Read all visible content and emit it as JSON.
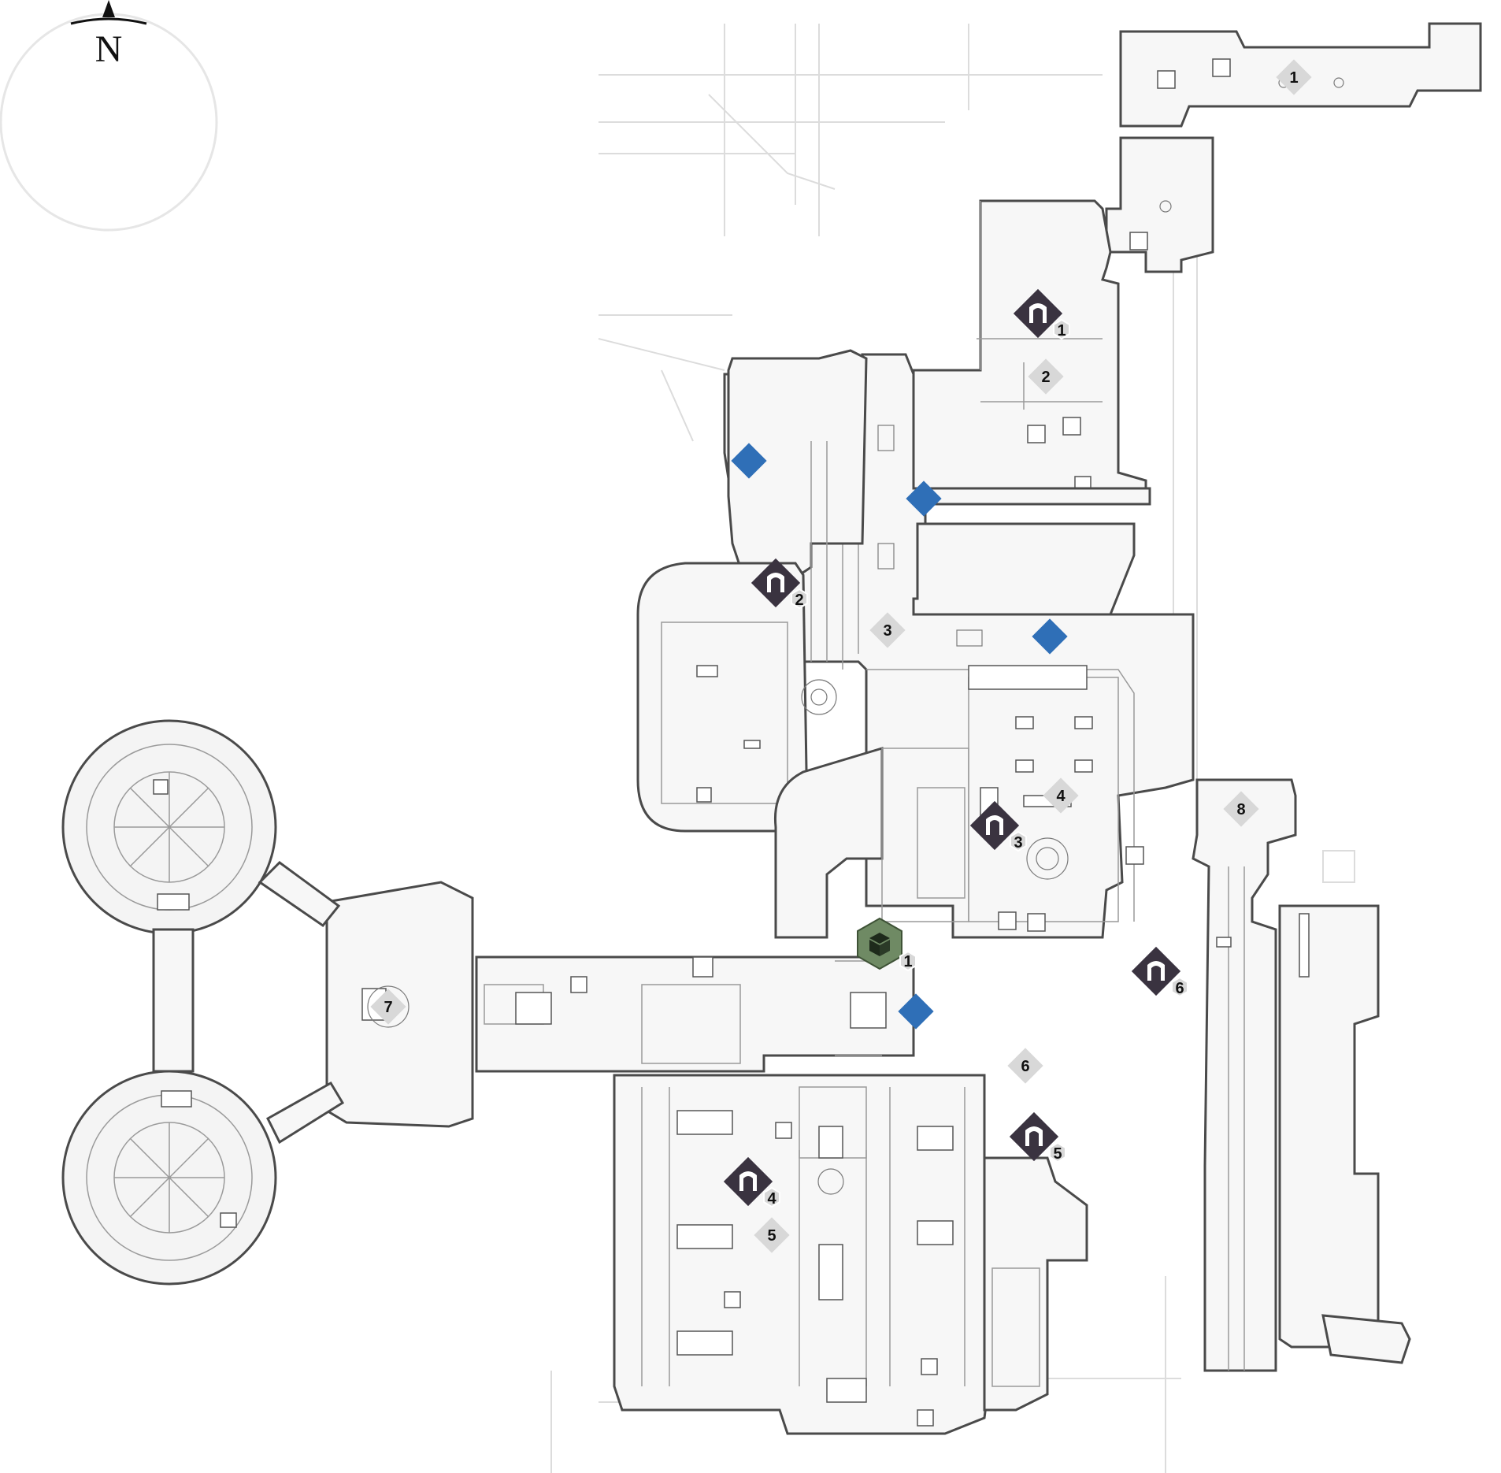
{
  "compass": {
    "label": "N",
    "icon": "north-arrow-icon"
  },
  "colors": {
    "spawn_marker": "#6f8a64",
    "blue_marker": "#2f6fb7",
    "dark_marker": "#3a3340",
    "zone_marker": "#d8d8d8"
  },
  "spawn": {
    "icon": "spawn-crate-icon",
    "label": "1"
  },
  "dark_markers": [
    {
      "icon": "doorway-icon",
      "label": "1"
    },
    {
      "icon": "doorway-icon",
      "label": "2"
    },
    {
      "icon": "doorway-icon",
      "label": "3"
    },
    {
      "icon": "doorway-icon",
      "label": "4"
    },
    {
      "icon": "doorway-icon",
      "label": "5"
    },
    {
      "icon": "doorway-icon",
      "label": "6"
    }
  ],
  "zone_markers": [
    "1",
    "2",
    "3",
    "4",
    "5",
    "6",
    "7",
    "8"
  ],
  "blue_markers": [
    "diamond-icon",
    "diamond-icon",
    "diamond-icon",
    "diamond-icon",
    "diamond-icon"
  ]
}
